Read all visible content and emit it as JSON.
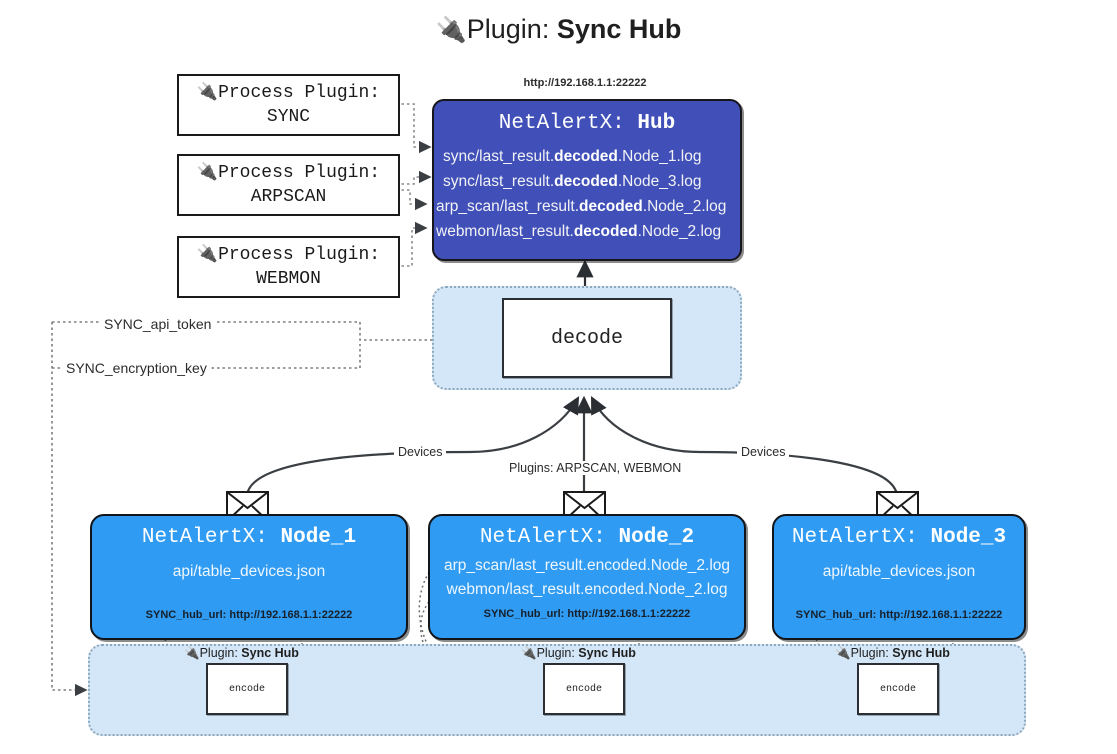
{
  "title": {
    "icon": "🔌",
    "prefix": "Plugin:",
    "name": "Sync Hub"
  },
  "process_plugins": [
    {
      "icon": "🔌",
      "line1": "Process Plugin:",
      "line2": "SYNC"
    },
    {
      "icon": "🔌",
      "line1": "Process Plugin:",
      "line2": "ARPSCAN"
    },
    {
      "icon": "🔌",
      "line1": "Process Plugin:",
      "line2": "WEBMON"
    }
  ],
  "hub": {
    "url": "http://192.168.1.1:22222",
    "title_prefix": "NetAlertX:",
    "title_name": "Hub",
    "lines": [
      {
        "pre": "sync/last_result.",
        "strong": "decoded",
        "post": ".Node_1.log"
      },
      {
        "pre": "sync/last_result.",
        "strong": "decoded",
        "post": ".Node_3.log"
      },
      {
        "pre": "arp_scan/last_result.",
        "strong": "decoded",
        "post": ".Node_2.log"
      },
      {
        "pre": "webmon/last_result.",
        "strong": "decoded",
        "post": ".Node_2.log"
      }
    ]
  },
  "decode": {
    "label": "decode"
  },
  "secrets": [
    "SYNC_api_token",
    "SYNC_encryption_key"
  ],
  "edge_labels": {
    "left_devices": "Devices",
    "right_devices": "Devices",
    "center_plugins": "Plugins: ARPSCAN, WEBMON"
  },
  "nodes": [
    {
      "title_prefix": "NetAlertX:",
      "title_name": "Node_1",
      "lines": [
        "api/table_devices.json"
      ],
      "footer": "SYNC_hub_url: http://192.168.1.1:22222"
    },
    {
      "title_prefix": "NetAlertX:",
      "title_name": "Node_2",
      "lines": [
        "arp_scan/last_result.encoded.Node_2.log",
        "webmon/last_result.encoded.Node_2.log"
      ],
      "footer": "SYNC_hub_url: http://192.168.1.1:22222"
    },
    {
      "title_prefix": "NetAlertX:",
      "title_name": "Node_3",
      "lines": [
        "api/table_devices.json"
      ],
      "footer": "SYNC_hub_url: http://192.168.1.1:22222"
    }
  ],
  "encoders": [
    {
      "icon": "🔌",
      "label_prefix": "Plugin:",
      "label_name": "Sync Hub",
      "box": "encode"
    },
    {
      "icon": "🔌",
      "label_prefix": "Plugin:",
      "label_name": "Sync Hub",
      "box": "encode"
    },
    {
      "icon": "🔌",
      "label_prefix": "Plugin:",
      "label_name": "Sync Hub",
      "box": "encode"
    }
  ],
  "colors": {
    "hub_fill": "#4050b8",
    "node_fill": "#2f9bf2",
    "container_fill": "#d3e7f8",
    "stroke": "#2b2f33"
  }
}
